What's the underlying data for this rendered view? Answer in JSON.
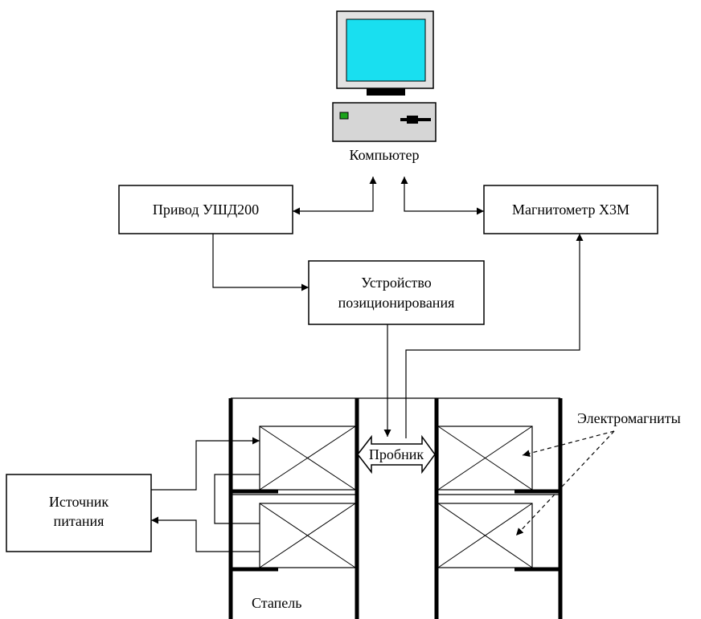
{
  "diagram": {
    "computer_label": "Компьютер",
    "drive_label": "Привод УШД200",
    "magnetometer_label": "Магнитометр Х3М",
    "positioning_label_line1": "Устройство",
    "positioning_label_line2": "позиционирования",
    "power_label_line1": "Источник",
    "power_label_line2": "питания",
    "probe_label": "Пробник",
    "electromagnets_label": "Электромагниты",
    "stand_label": "Стапель"
  },
  "colors": {
    "monitor_screen": "#19dff0",
    "monitor_body": "#e2e2e2",
    "case_body": "#d6d6d6",
    "led": "#1aa31a",
    "line": "#000000"
  }
}
